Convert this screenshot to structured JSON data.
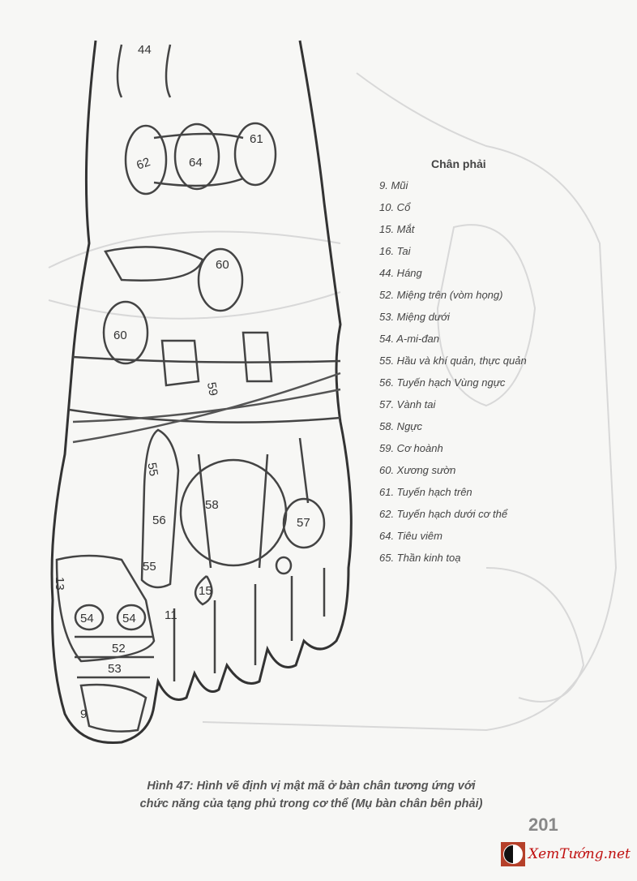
{
  "legend": {
    "title": "Chân phải",
    "items": [
      "9. Mũi",
      "10. Cổ",
      "15. Mắt",
      "16. Tai",
      "44. Háng",
      "52. Miệng trên (vòm họng)",
      "53. Miệng dưới",
      "54. A-mi-đan",
      "55. Hầu và khí quản, thực quản",
      "56. Tuyến hạch Vùng ngực",
      "57. Vành tai",
      "58. Ngực",
      "59. Cơ hoành",
      "60. Xương sườn",
      "61. Tuyến hạch trên",
      "62. Tuyến hạch dưới cơ thể",
      "64. Tiêu viêm",
      "65. Thần kinh toạ"
    ]
  },
  "diagram": {
    "labels": [
      "44",
      "62",
      "64",
      "61",
      "60",
      "60",
      "59",
      "55",
      "58",
      "56",
      "57",
      "55",
      "15",
      "13",
      "54",
      "54",
      "11",
      "52",
      "53",
      "9"
    ]
  },
  "caption": {
    "line1": "Hình 47: Hình vẽ định vị mật mã ở bàn chân tương ứng với",
    "line2": "chức năng của tạng phủ trong cơ thể (Mụ bàn chân bên phải)"
  },
  "page_number": "201",
  "logo": {
    "text": "XemTướng.net"
  }
}
